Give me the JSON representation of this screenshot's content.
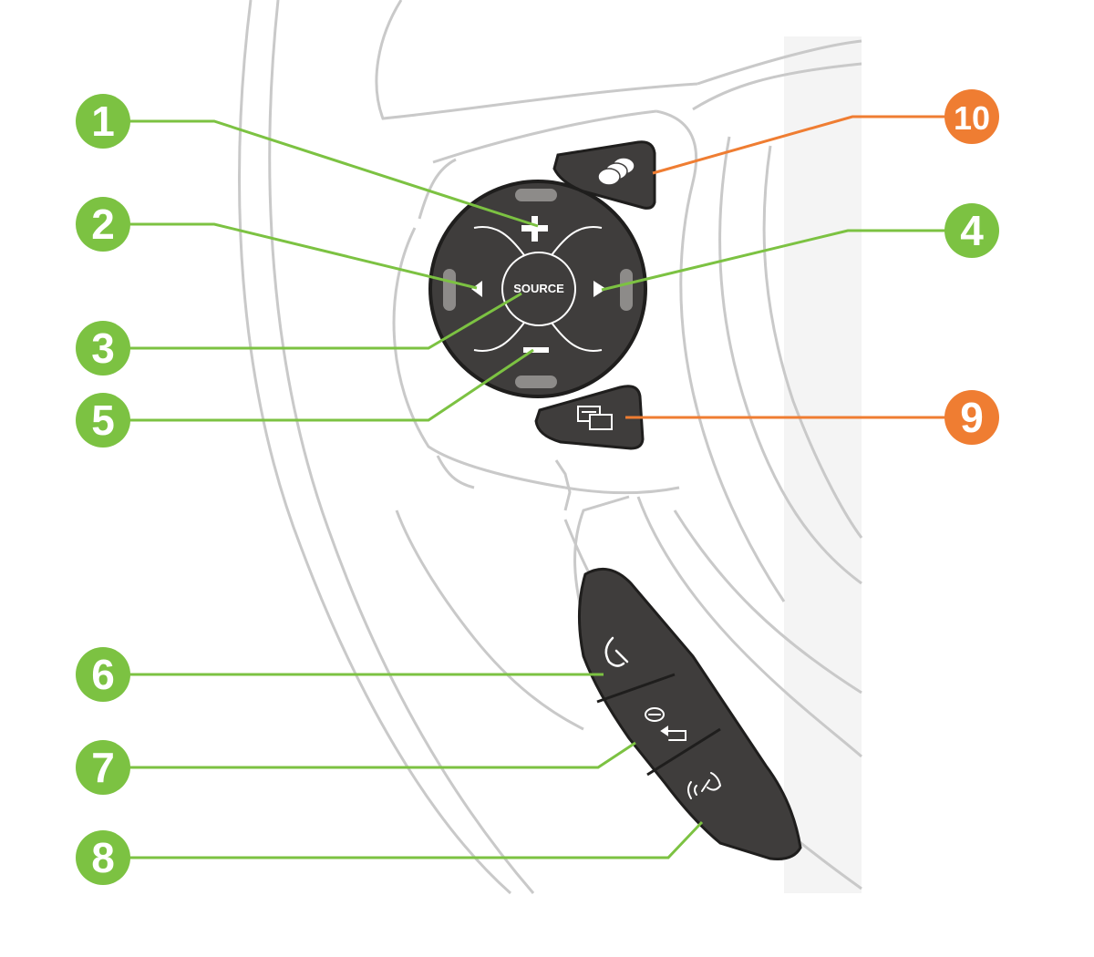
{
  "colors": {
    "green": "#7cc242",
    "orange": "#ef7d32",
    "button_dark": "#3f3d3c",
    "button_edge": "#1f1e1d",
    "wheel_line": "#c9c9c9",
    "wheel_fill": "#f7f7f7"
  },
  "dpad": {
    "center_label": "SOURCE"
  },
  "callouts": [
    {
      "number": "1",
      "color": "green",
      "target": "volume-up",
      "target_icon": "plus-icon"
    },
    {
      "number": "2",
      "color": "green",
      "target": "previous",
      "target_icon": "left-arrow-icon"
    },
    {
      "number": "3",
      "color": "green",
      "target": "source",
      "target_icon": "source-button"
    },
    {
      "number": "4",
      "color": "green",
      "target": "next",
      "target_icon": "right-arrow-icon"
    },
    {
      "number": "5",
      "color": "green",
      "target": "volume-down",
      "target_icon": "minus-icon"
    },
    {
      "number": "6",
      "color": "green",
      "target": "call-answer",
      "target_icon": "phone-icon"
    },
    {
      "number": "7",
      "color": "green",
      "target": "hang-up-back",
      "target_icon": "hang-up-back-icon"
    },
    {
      "number": "8",
      "color": "green",
      "target": "voice",
      "target_icon": "voice-icon"
    },
    {
      "number": "9",
      "color": "orange",
      "target": "screen",
      "target_icon": "screen-icon"
    },
    {
      "number": "10",
      "color": "orange",
      "target": "display",
      "target_icon": "layers-icon"
    }
  ]
}
